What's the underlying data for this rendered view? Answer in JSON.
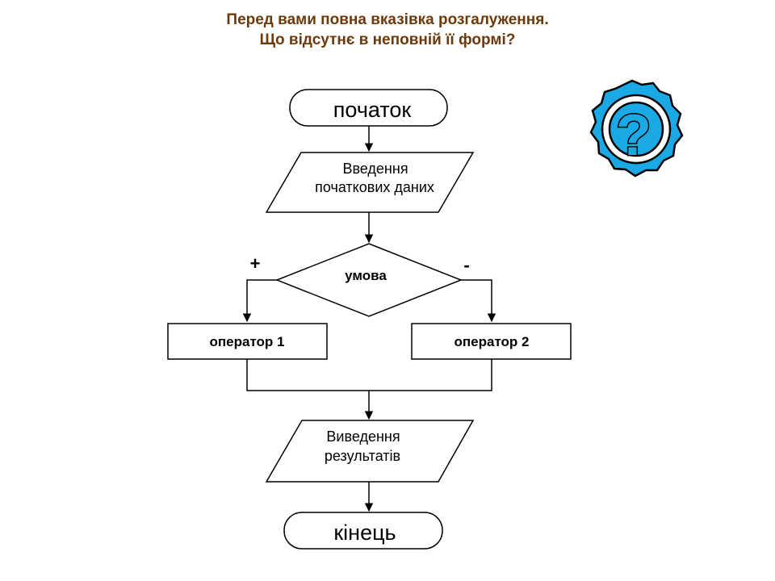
{
  "title": {
    "line1": "Перед вами повна вказівка розгалуження.",
    "line2": "Що відсутнє в неповній її формі?"
  },
  "flowchart": {
    "start": "початок",
    "input_line1": "Введення",
    "input_line2": "початкових даних",
    "condition": "умова",
    "yes_sign": "+",
    "no_sign": "-",
    "op1": "оператор 1",
    "op2": "оператор 2",
    "output_line1": "Виведення",
    "output_line2": "результатів",
    "end": "кінець"
  },
  "question_icon": {
    "symbol": "?",
    "color": "#1ba9e6"
  }
}
